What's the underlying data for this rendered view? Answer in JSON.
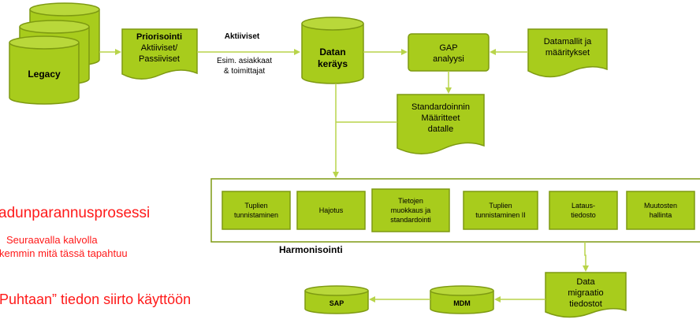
{
  "legacy": {
    "label": "Legacy"
  },
  "priorisointi": {
    "title": "Priorisointi",
    "line1": "Aktiiviset/",
    "line2": "Passiiviset"
  },
  "arrow_label": {
    "title": "Aktiiviset",
    "line1": "Esim. asiakkaat",
    "line2": "& toimittajat"
  },
  "datan_keruu": {
    "line1": "Datan",
    "line2": "keräys"
  },
  "gap": {
    "line1": "GAP",
    "line2": "analyysi"
  },
  "datamallit": {
    "line1": "Datamallit ja",
    "line2": "määritykset"
  },
  "standardoinnin": {
    "line1": "Standardoinnin",
    "line2": "Määritteet",
    "line3": "datalle"
  },
  "harmonisointi": {
    "label": "Harmonisointi",
    "steps": [
      {
        "lines": [
          "Tuplien",
          "tunnistaminen"
        ]
      },
      {
        "lines": [
          "Hajotus"
        ]
      },
      {
        "lines": [
          "Tietojen",
          "muokkaus ja",
          "standardointi"
        ]
      },
      {
        "lines": [
          "Tuplien",
          "tunnistaminen II"
        ]
      },
      {
        "lines": [
          "Lataus-",
          "tiedosto"
        ]
      },
      {
        "lines": [
          "Muutosten",
          "hallinta"
        ]
      }
    ]
  },
  "migraatio": {
    "line1": "Data",
    "line2": "migraatio",
    "line3": "tiedostot"
  },
  "mdm": {
    "label": "MDM"
  },
  "sap": {
    "label": "SAP"
  },
  "notes": {
    "line1": "adunparannusprosessi",
    "line2": "Seuraavalla kalvolla",
    "line3": "kemmin mitä tässä tapahtuu",
    "line4": "Puhtaan” tiedon siirto käyttöön"
  },
  "colors": {
    "fill": "#a8cc1c",
    "stroke": "#7e9a12",
    "arrow": "#b8d44a",
    "text_red": "#ff1a1a"
  }
}
